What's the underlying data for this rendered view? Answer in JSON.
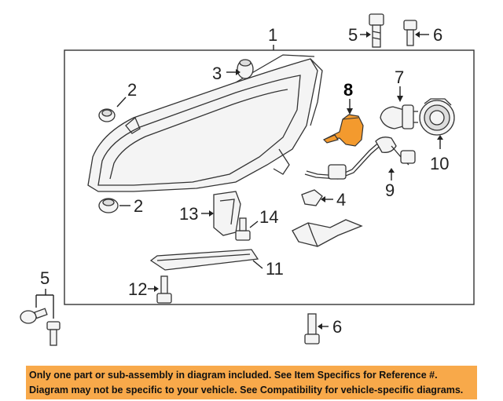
{
  "callouts": {
    "c1": "1",
    "c2a": "2",
    "c2b": "2",
    "c3": "3",
    "c4": "4",
    "c5a": "5",
    "c5b": "5",
    "c6a": "6",
    "c6b": "6",
    "c7": "7",
    "c8": "8",
    "c9": "9",
    "c10": "10",
    "c11": "11",
    "c12": "12",
    "c13": "13",
    "c14": "14"
  },
  "highlight_color": "#f39a2e",
  "banner": {
    "line1": "Only one part or sub-assembly in diagram included. See Item Specifics for Reference #.",
    "line2": "Diagram may not be specific to your vehicle. See Compatibility for vehicle-specific diagrams.",
    "color": "#f8a94a"
  }
}
